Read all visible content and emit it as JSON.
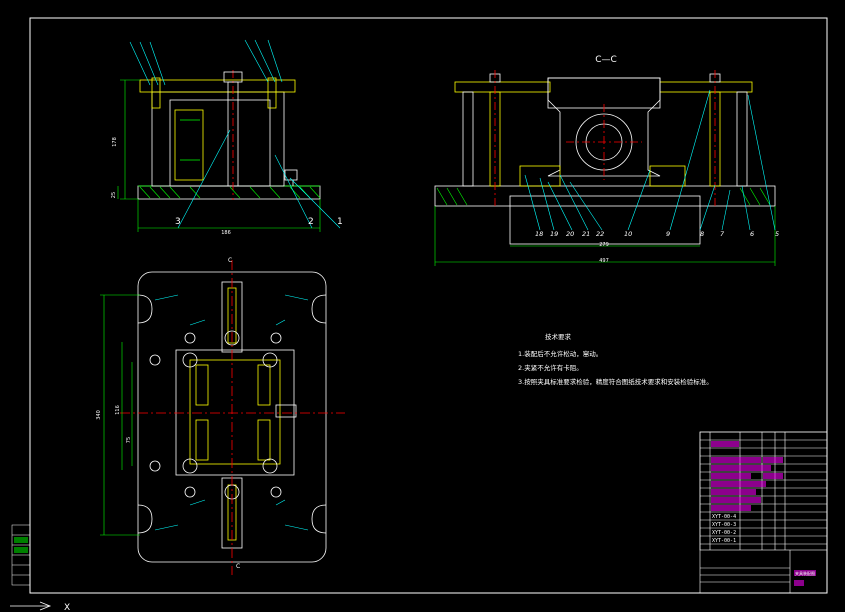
{
  "drawing": {
    "section_label": "C—C",
    "section_marker": "C",
    "notes_title": "技术要求",
    "notes": [
      "1.装配后不允许松动，窜动。",
      "2.夹紧不允许有卡阻。",
      "3.按照夹具标准要求检验，精度符合图纸技术要求和安装检验标准。"
    ],
    "front_view_dims": {
      "width": "186",
      "height": "178",
      "base": "25"
    },
    "section_dims": {
      "inner": "279",
      "outer": "497"
    },
    "plan_dims": {
      "height": "340",
      "mid": "116",
      "lower": "75"
    },
    "balloons_front": [
      "3",
      "2",
      "1"
    ],
    "balloons_section": [
      "18",
      "19",
      "20",
      "21",
      "22",
      "10",
      "9",
      "8",
      "7",
      "6",
      "5"
    ],
    "bom_rows_visible": [
      "XYT-00-4",
      "XYT-00-3",
      "XYT-00-2",
      "XYT-00-1"
    ],
    "title_block_label": "夹具装配图",
    "corner_label": "X"
  },
  "colors": {
    "background": "#000000",
    "outline": "#ffffff",
    "hidden_lines": "#ffff00",
    "center_lines": "#ff0000",
    "dimensions": "#00ff00",
    "leaders": "#00ffff",
    "bom_highlight": "#ff00ff"
  }
}
